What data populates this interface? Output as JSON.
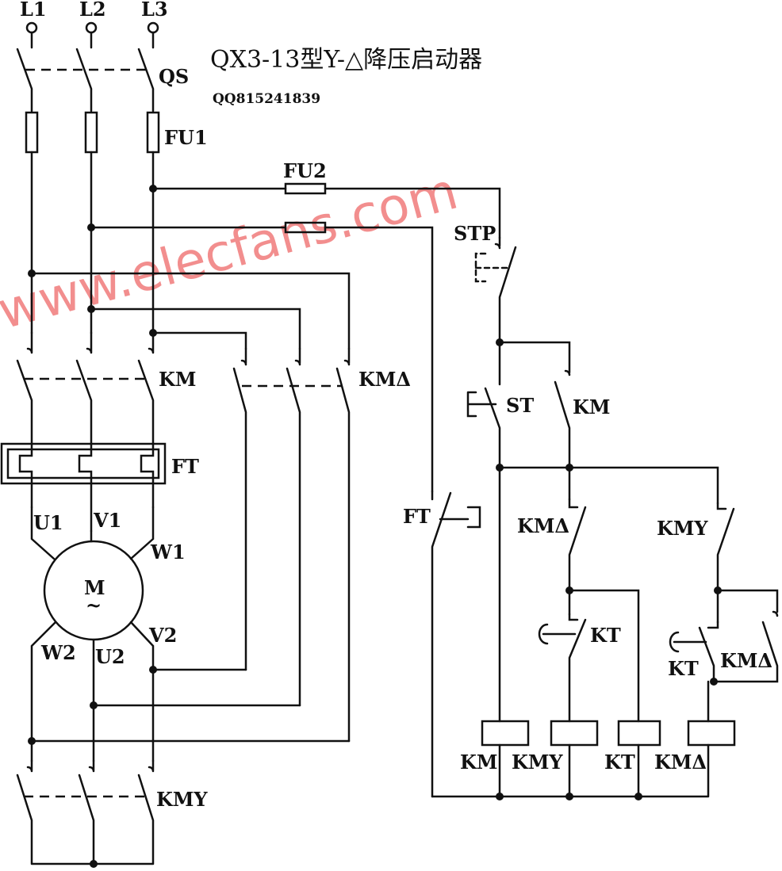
{
  "title": "QX3-13型Y-△降压启动器",
  "subtitle": "QQ815241839",
  "watermark": "www.elecfans.com",
  "colors": {
    "line": "#111111",
    "watermark": "#f07b7b"
  },
  "labels": {
    "l1": "L1",
    "l2": "L2",
    "l3": "L3",
    "qs": "QS",
    "fu1": "FU1",
    "fu2": "FU2",
    "km_main": "KM",
    "kmd_main": "KMΔ",
    "ft_main": "FT",
    "u1": "U1",
    "v1": "V1",
    "w1": "W1",
    "motor": "M",
    "motor_ac": "~",
    "w2": "W2",
    "u2": "U2",
    "v2": "V2",
    "kmy_main": "KMY",
    "stp": "STP",
    "st": "ST",
    "km_aux": "KM",
    "ft_aux": "FT",
    "kmd_nc": "KMΔ",
    "kmy_nc": "KMY",
    "kt_left": "KT",
    "kt_right": "KT",
    "kmd_aux": "KMΔ",
    "coil_km": "KM",
    "coil_kmy": "KMY",
    "coil_kt": "KT",
    "coil_kmd": "KMΔ"
  }
}
